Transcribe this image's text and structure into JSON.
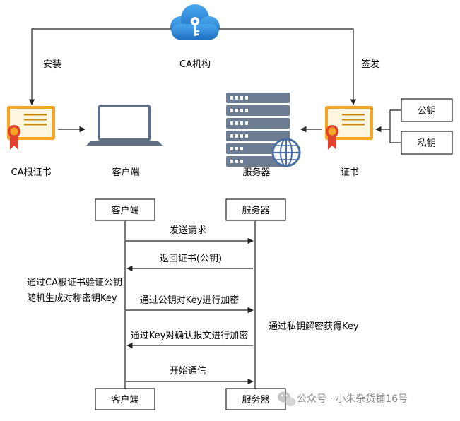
{
  "top": {
    "ca_label": "CA机构",
    "install_label": "安装",
    "issue_label": "签发",
    "ca_root_cert_label": "CA根证书",
    "client_label": "客户端",
    "server_label": "服务器",
    "cert_label": "证书",
    "public_key_label": "公钥",
    "private_key_label": "私钥"
  },
  "sequence": {
    "client_top_label": "客户端",
    "server_top_label": "服务器",
    "client_bottom_label": "客户端",
    "server_bottom_label": "服务器",
    "messages": [
      "发送请求",
      "返回证书(公钥)",
      "通过公钥对Key进行加密",
      "通过Key对确认报文进行加密",
      "开始通信"
    ],
    "client_note_line1": "通过CA根证书验证公钥",
    "client_note_line2": "随机生成对称密钥Key",
    "server_note": "通过私钥解密获得Key"
  },
  "watermark": {
    "text": "公众号 · 小朱杂货铺16号"
  },
  "colors": {
    "cloud_blue": "#2c86d6",
    "cert_orange": "#f6a623",
    "ribbon_red": "#e0442f",
    "laptop_gray": "#5e6f86",
    "server_gray": "#6b7c93",
    "globe_blue": "#4a6fa5",
    "line": "#222222"
  }
}
